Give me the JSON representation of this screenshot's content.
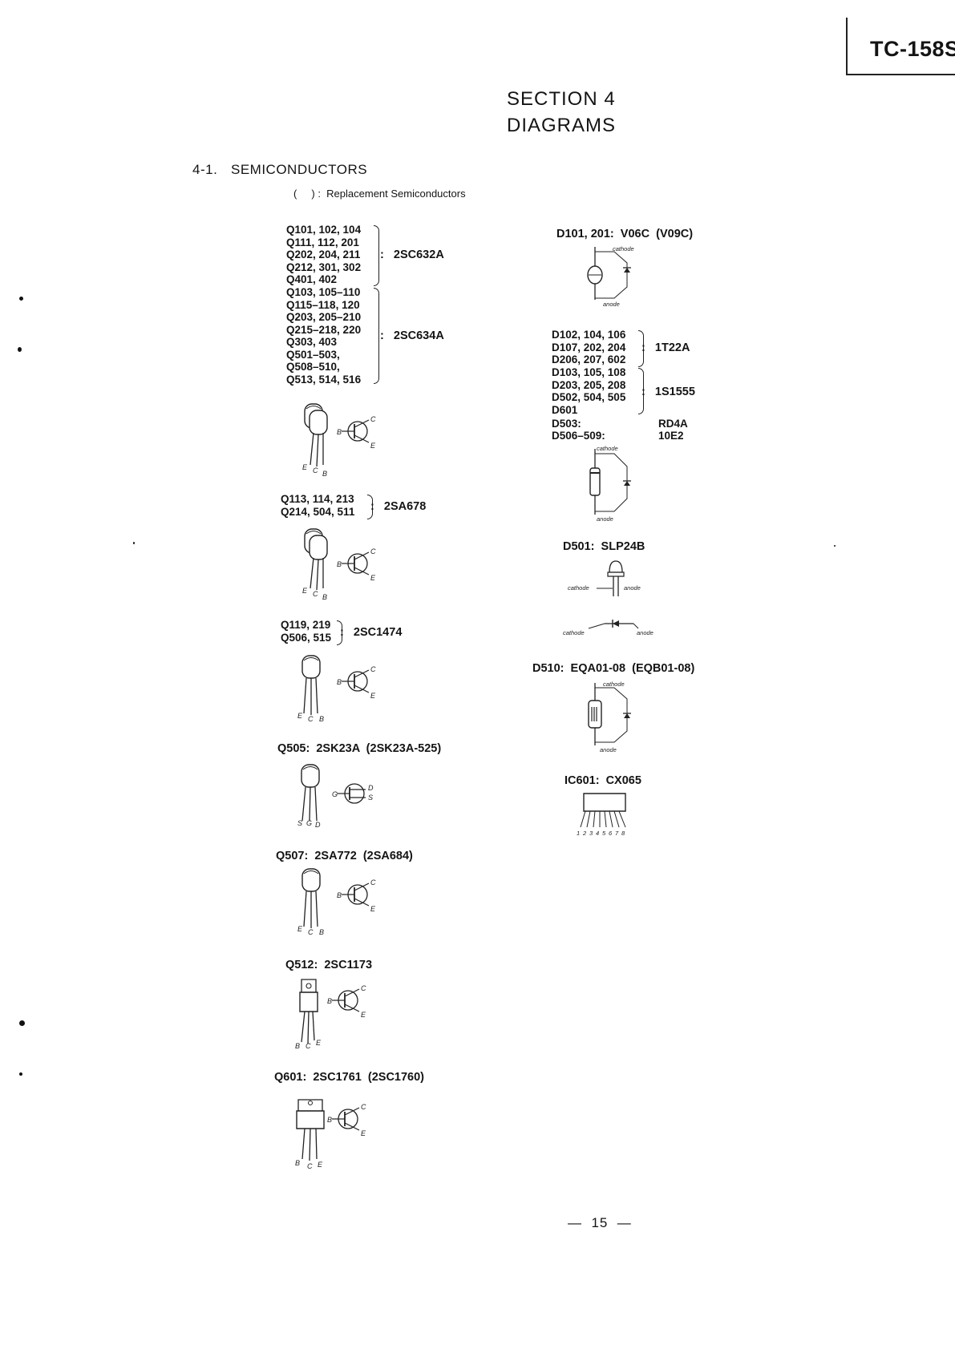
{
  "header": {
    "model": "TC-158S"
  },
  "section": {
    "line1": "SECTION 4",
    "line2": "DIAGRAMS"
  },
  "subsection": {
    "number": "4-1.",
    "title": "SEMICONDUCTORS"
  },
  "legend_note": "(     ) :  Replacement Semiconductors",
  "groups": {
    "g1": {
      "lines": [
        "Q101, 102, 104",
        "Q111, 112, 201",
        "Q202, 204, 211",
        "Q212, 301, 302",
        "Q401, 402"
      ],
      "part": ":   2SC632A"
    },
    "g2": {
      "lines": [
        "Q103, 105–110",
        "Q115–118, 120",
        "Q203, 205–210",
        "Q215–218, 220",
        "Q303, 403",
        "Q501–503,",
        "Q508–510,",
        "Q513, 514, 516"
      ],
      "part": ":   2SC634A"
    },
    "g3": {
      "lines": [
        "Q113, 114, 213",
        "Q214, 504, 511"
      ],
      "part": ":   2SA678"
    },
    "g4": {
      "lines": [
        "Q119, 219",
        "Q506, 515"
      ],
      "part": ":   2SC1474"
    },
    "g5": {
      "lines": [
        "D102, 104, 106",
        "D107, 202, 204",
        "D206, 207, 602"
      ],
      "part": ":   1T22A"
    },
    "g6": {
      "lines": [
        "D103, 105, 108",
        "D203, 205, 208",
        "D502, 504, 505",
        "D601"
      ],
      "part": ":   1S1555"
    },
    "d503": {
      "label": "D503:",
      "part": "RD4A"
    },
    "d506": {
      "label": "D506–509:",
      "part": "10E2"
    }
  },
  "captions": {
    "q505": "Q505:  2SK23A  (2SK23A-525)",
    "q507": "Q507:  2SA772  (2SA684)",
    "q512": "Q512:  2SC1173",
    "q601": "Q601:  2SC1761  (2SC1760)",
    "d101": "D101, 201:  V06C  (V09C)",
    "d501": "D501:  SLP24B",
    "d510": "D510:  EQA01-08  (EQB01-08)",
    "ic601": "IC601:  CX065"
  },
  "pins": {
    "e": "E",
    "c": "C",
    "b": "B",
    "s": "S",
    "g": "G",
    "d": "D"
  },
  "diode_labels": {
    "cathode": "cathode",
    "anode": "anode"
  },
  "ic_pins": [
    "1",
    "2",
    "3",
    "4",
    "5",
    "6",
    "7",
    "8"
  ],
  "page_number": "—  15  —"
}
